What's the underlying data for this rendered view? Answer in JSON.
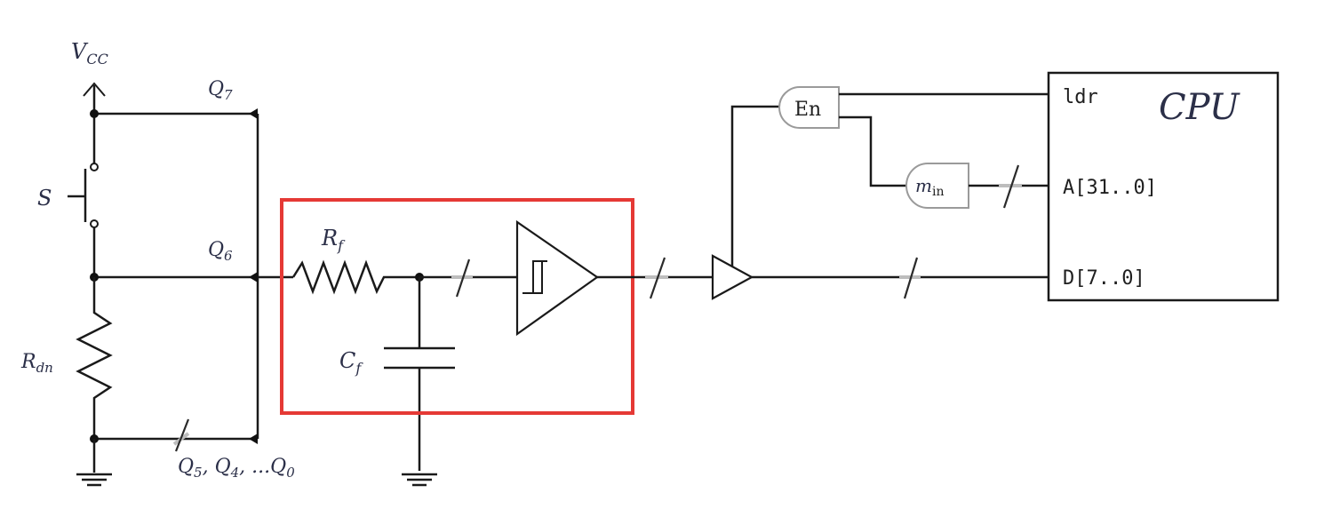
{
  "labels": {
    "vcc": "V",
    "vcc_sub": "CC",
    "switch": "S",
    "q7": "Q",
    "q7_sub": "7",
    "q6": "Q",
    "q6_sub": "6",
    "q_bus": "Q",
    "q_bus_sub1": "5",
    "q_bus_sep1": ", Q",
    "q_bus_sub2": "4",
    "q_bus_sep2": ", ...Q",
    "q_bus_sub3": "0",
    "rdn": "R",
    "rdn_sub": "dn",
    "rf": "R",
    "rf_sub": "f",
    "cf": "C",
    "cf_sub": "f",
    "en_gate": "En",
    "min_gate": "m",
    "min_gate_sub": "in",
    "cpu_title": "CPU",
    "pin_ldr": "ldr",
    "pin_addr": "A[31..0]",
    "pin_data": "D[7..0]"
  },
  "highlight_color": "#e53935"
}
